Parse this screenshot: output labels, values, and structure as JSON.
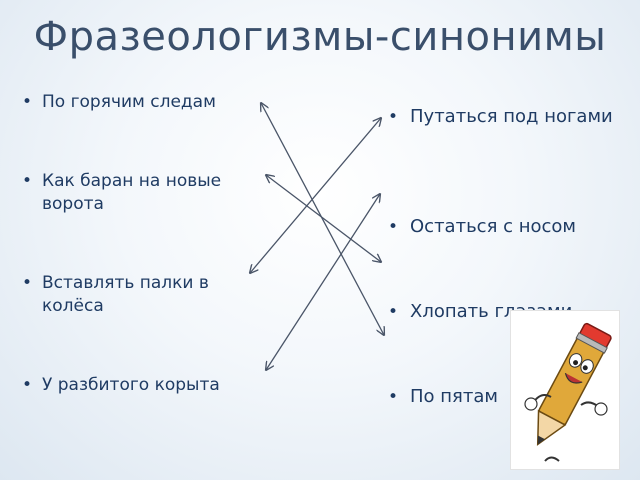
{
  "title": "Фразеологизмы-синонимы",
  "bullet_char": "•",
  "left_items": [
    {
      "text": "По горячим следам"
    },
    {
      "text": "Как баран на новые ворота"
    },
    {
      "text": "Вставлять палки в колёса"
    },
    {
      "text": "У разбитого корыта"
    }
  ],
  "right_items": [
    {
      "text": "Путаться под ногами"
    },
    {
      "text": "Остаться с носом"
    },
    {
      "text": "Хлопать глазами"
    },
    {
      "text": "По пятам"
    }
  ],
  "matches": [
    {
      "left": "По горячим следам",
      "right": "По пятам"
    },
    {
      "left": "Как баран на новые ворота",
      "right": "Хлопать глазами"
    },
    {
      "left": "Вставлять палки в колёса",
      "right": "Путаться под ногами"
    },
    {
      "left": "У разбитого корыта",
      "right": "Остаться с носом"
    }
  ],
  "colors": {
    "title": "#3a4f6b",
    "text": "#1f3b63",
    "arrow": "#4a5568",
    "pencil_body": "#e0a83a",
    "pencil_eraser": "#e23a2f"
  },
  "illustration": {
    "name": "cartoon-pencil-icon"
  }
}
